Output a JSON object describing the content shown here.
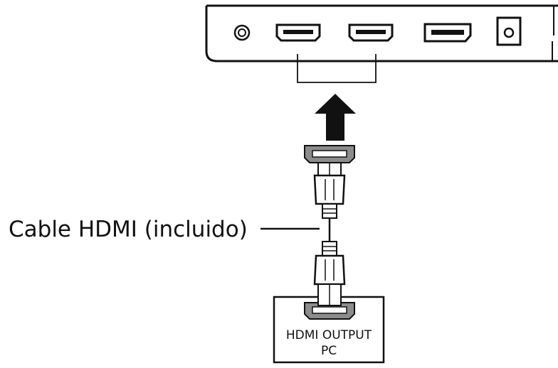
{
  "cable_label": "Cable HDMI (incluido)",
  "pc_box": {
    "line1": "HDMI OUTPUT",
    "line2": "PC"
  },
  "monitor_ports": {
    "icons": [
      "audio-jack-icon",
      "hdmi-port-icon",
      "hdmi-port-icon",
      "displayport-icon",
      "dc-power-icon"
    ]
  },
  "colors": {
    "line": "#111111",
    "connector_gray": "#8c8c8c",
    "background": "#ffffff"
  }
}
